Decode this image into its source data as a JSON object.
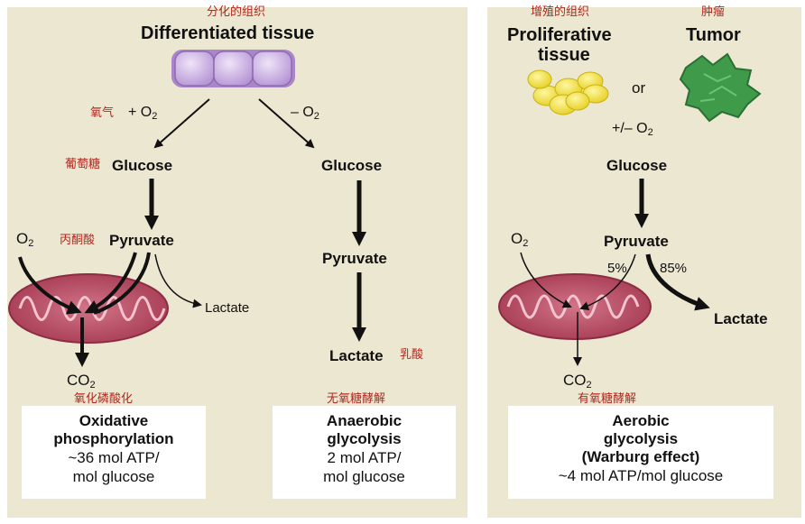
{
  "left": {
    "diff_cn": "分化的组织",
    "diff_title": "Differentiated tissue",
    "oxygen_cn": "氧气",
    "plus_o2": "+ O",
    "minus_o2": "– O",
    "sub2": "2",
    "glucose_cn": "葡萄糖",
    "glucose": "Glucose",
    "pyruvate_cn": "丙酮酸",
    "pyruvate": "Pyruvate",
    "o2_label": "O",
    "lactate_small": "Lactate",
    "co2": "CO",
    "oxphos_cn": "氧化磷酸化",
    "box1_l1": "Oxidative",
    "box1_l2": "phosphorylation",
    "box1_l3": "~36 mol ATP/",
    "box1_l4": "mol glucose",
    "glucose_b": "Glucose",
    "pyruvate_b": "Pyruvate",
    "lactate_b": "Lactate",
    "lactate_cn": "乳酸",
    "anaer_cn": "无氧糖酵解",
    "box2_l1": "Anaerobic",
    "box2_l2": "glycolysis",
    "box2_l3": "2 mol ATP/",
    "box2_l4": "mol glucose"
  },
  "right": {
    "prolif_cn": "增殖的组织",
    "prolif_l1": "Proliferative",
    "prolif_l2": "tissue",
    "tumor_cn": "肿瘤",
    "tumor": "Tumor",
    "or": "or",
    "pm_o2": "+/– O",
    "glucose": "Glucose",
    "o2_label": "O",
    "pyruvate": "Pyruvate",
    "pct5": "5%",
    "pct85": "85%",
    "lactate": "Lactate",
    "co2": "CO",
    "aerobic_cn": "有氧糖酵解",
    "box_l1": "Aerobic",
    "box_l2": "glycolysis",
    "box_l3": "(Warburg effect)",
    "box_l4": "~4 mol ATP/mol glucose"
  },
  "colors": {
    "panel_bg": "#ece7d1",
    "chinese_text": "#b3261e",
    "mitochondrion": "#b5485f",
    "cell_purple": "#cbb0e0",
    "cell_yellow": "#f2e23a",
    "tumor_green": "#3f9a4a"
  }
}
